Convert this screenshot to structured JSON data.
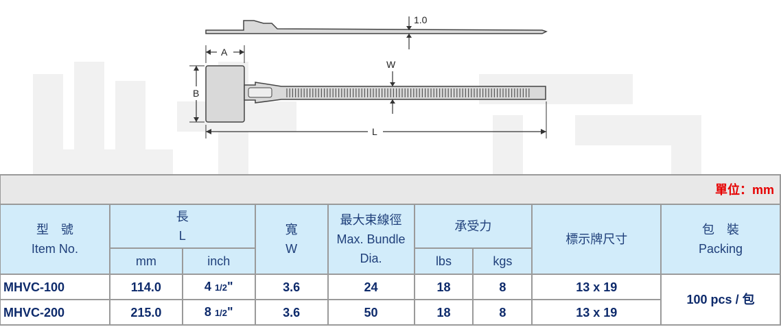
{
  "diagram": {
    "thickness_label": "1.0",
    "width_label": "W",
    "a_label": "A",
    "b_label": "B",
    "length_label": "L"
  },
  "table": {
    "unit_label": "單位：mm",
    "headers": {
      "model_zh": "型　號",
      "model_en": "Item No.",
      "length_zh": "長",
      "length_en": "L",
      "length_mm": "mm",
      "length_inch": "inch",
      "width_zh": "寬",
      "width_en": "W",
      "bundle_zh": "最大束線徑",
      "bundle_en1": "Max. Bundle",
      "bundle_en2": "Dia.",
      "strength_zh": "承受力",
      "strength_lbs": "lbs",
      "strength_kgs": "kgs",
      "tag_zh": "標示牌尺寸",
      "pack_zh": "包　裝",
      "pack_en": "Packing"
    },
    "rows": [
      {
        "item": "MHVC-100",
        "mm": "114.0",
        "inch_whole": "4",
        "inch_frac": "1/2",
        "inch_mark": "\"",
        "width": "3.6",
        "bundle": "24",
        "lbs": "18",
        "kgs": "8",
        "tag": "13 x 19"
      },
      {
        "item": "MHVC-200",
        "mm": "215.0",
        "inch_whole": "8",
        "inch_frac": "1/2",
        "inch_mark": "\"",
        "width": "3.6",
        "bundle": "50",
        "lbs": "18",
        "kgs": "8",
        "tag": "13 x 19"
      }
    ],
    "packing": "100 pcs / 包"
  }
}
